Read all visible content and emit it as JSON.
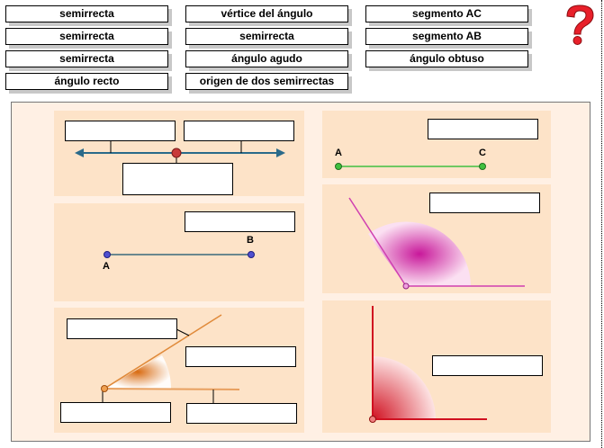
{
  "labels": [
    "semirrecta",
    "vértice del ángulo",
    "segmento AC",
    "semirrecta",
    "semirrecta",
    "segmento AB",
    "semirrecta",
    "ángulo agudo",
    "ángulo obtuso",
    "ángulo recto",
    "origen de dos semirrectas"
  ],
  "points": {
    "a": "A",
    "b": "B",
    "c": "C"
  },
  "icons": {
    "help": "question-mark-icon"
  },
  "colors": {
    "panel": "#fde3c8",
    "background": "#fff0e4",
    "help": "#e8202a"
  }
}
